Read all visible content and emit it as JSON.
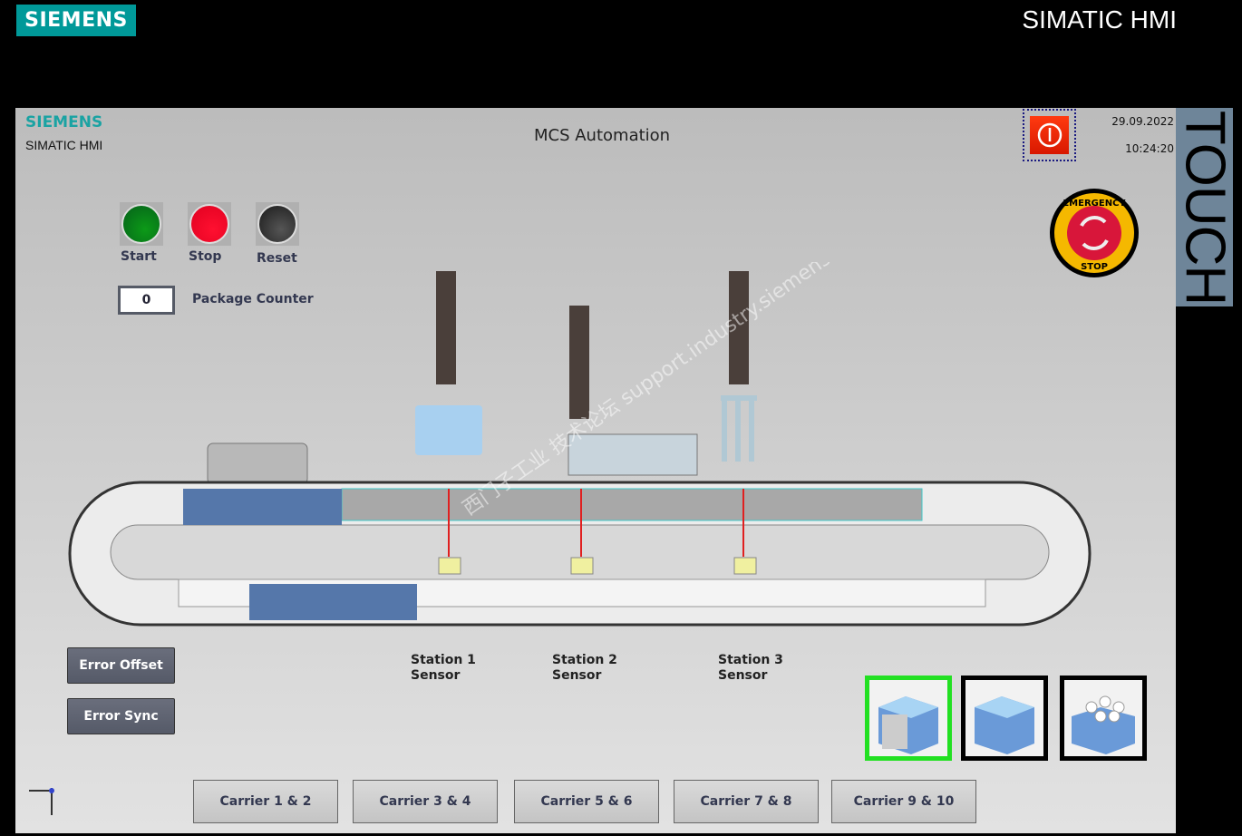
{
  "header": {
    "brand": "SIEMENS",
    "product": "SIMATIC HMI",
    "side_label": "TOUCH"
  },
  "screen": {
    "logo": "SIEMENS",
    "logo_sub": "SIMATIC HMI",
    "title": "MCS Automation",
    "date": "29.09.2022",
    "time": "10:24:20"
  },
  "controls": {
    "start": "Start",
    "stop": "Stop",
    "reset": "Reset",
    "counter_value": "0",
    "counter_label": "Package Counter",
    "colors": {
      "start": "#0a8a1a",
      "stop": "#ff1030",
      "reset": "#333333"
    }
  },
  "emergency": {
    "top_text": "EMERGENCY",
    "bottom_text": "STOP"
  },
  "errors": {
    "offset": "Error Offset",
    "sync": "Error Sync"
  },
  "sensors": [
    {
      "label": "Station 1",
      "sub": "Sensor"
    },
    {
      "label": "Station 2",
      "sub": "Sensor"
    },
    {
      "label": "Station 3",
      "sub": "Sensor"
    }
  ],
  "carriers": [
    "Carrier 1 & 2",
    "Carrier 3 & 4",
    "Carrier 5 & 6",
    "Carrier 7 & 8",
    "Carrier 9 & 10"
  ],
  "products": [
    {
      "name": "open-box",
      "selected": true
    },
    {
      "name": "closed-box",
      "selected": false
    },
    {
      "name": "box-with-bottles",
      "selected": false
    }
  ],
  "watermark": "西门子工业 技术论坛 support.industry.siemens.com/cs"
}
